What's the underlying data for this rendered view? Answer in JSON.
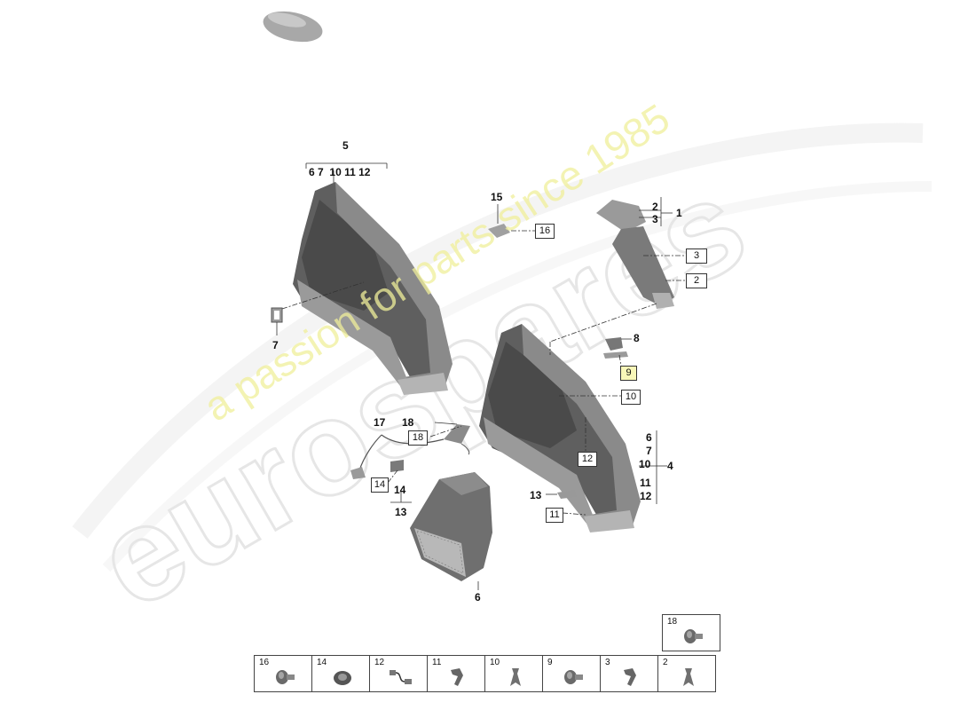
{
  "watermark": {
    "logo_text": "eurospares",
    "slogan": "a passion for parts since 1985"
  },
  "labels": {
    "part5": "5",
    "part5_subs": [
      "6",
      "7",
      "10",
      "11",
      "12"
    ],
    "part7": "7",
    "part15": "15",
    "ref16": "16",
    "part1": "1",
    "part1_subs": [
      "2",
      "3"
    ],
    "ref3": "3",
    "ref2": "2",
    "part8": "8",
    "ref9": "9",
    "ref10": "10",
    "part17": "17",
    "part18": "18",
    "ref18": "18",
    "ref12": "12",
    "ref14": "14",
    "part14": "14",
    "part13_left": "13",
    "part13_right": "13",
    "ref11": "11",
    "part6": "6",
    "part4": "4",
    "part4_subs": [
      "6",
      "7",
      "10",
      "11",
      "12"
    ]
  },
  "legend": {
    "top_row": [
      {
        "num": "18",
        "icon": "screw-icon"
      }
    ],
    "bottom_row": [
      {
        "num": "16",
        "icon": "screw-icon"
      },
      {
        "num": "14",
        "icon": "spreading-nut-icon"
      },
      {
        "num": "12",
        "icon": "cable-harness-icon"
      },
      {
        "num": "11",
        "icon": "clip-icon"
      },
      {
        "num": "10",
        "icon": "expanding-clip-icon"
      },
      {
        "num": "9",
        "icon": "screw-icon"
      },
      {
        "num": "3",
        "icon": "clip-icon"
      },
      {
        "num": "2",
        "icon": "expanding-clip-icon"
      }
    ]
  },
  "colors": {
    "part_dark": "#5f5f5f",
    "part_mid": "#8a8a8a",
    "part_light": "#b4b4b4",
    "highlight_box": "#f8f7b8",
    "watermark_yellow": "#f0ef9a"
  }
}
